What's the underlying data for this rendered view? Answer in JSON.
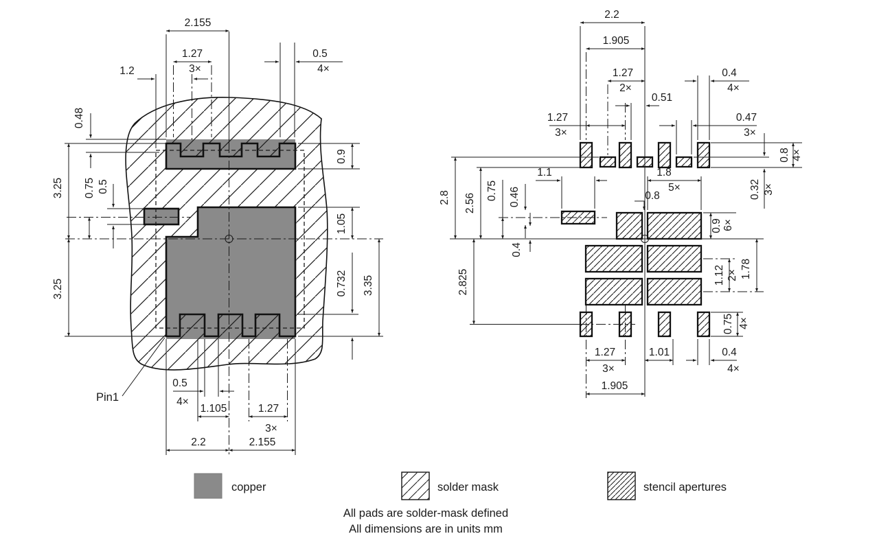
{
  "doc": {
    "type": "PCB land pattern drawing",
    "units_note": "All dimensions are in units mm",
    "mask_note": "All pads are solder-mask defined"
  },
  "left": {
    "pin1_label": "Pin1",
    "dims": {
      "top_width": "2.155",
      "top_pitch": "1.27",
      "top_pitch_count": "3×",
      "top_lead_width": "0.5",
      "top_lead_count": "4×",
      "top_offset": "1.2",
      "mask_top": "0.48",
      "upper_height": "3.25",
      "side_pad_offset": "0.75",
      "side_pad_height": "0.5",
      "lower_height": "3.25",
      "mask_opening_height": "0.9",
      "pad_top_offset": "1.05",
      "lead_length": "0.732",
      "pad_bottom_span": "3.35",
      "bottom_lead_width": "0.5",
      "bottom_lead_count": "4×",
      "bottom_inner": "1.105",
      "bottom_pitch": "1.27",
      "bottom_pitch_count": "3×",
      "bottom_left_half": "2.2",
      "bottom_right_half": "2.155"
    }
  },
  "right": {
    "dims": {
      "top_width": "2.2",
      "top_inner": "1.905",
      "pitch2": "1.27",
      "pitch2_count": "2×",
      "center_gap": "0.51",
      "ap4_width": "0.4",
      "ap4_count": "4×",
      "pitch3": "1.27",
      "pitch3_count": "3×",
      "ap3_width": "0.47",
      "ap3_count": "3×",
      "left_h1": "2.8",
      "left_h2": "2.56",
      "side_offset": "0.75",
      "side_height": "0.46",
      "side_width": "1.1",
      "side_gap": "0.4",
      "lower_span": "2.825",
      "big_width": "1.8",
      "big_count": "5×",
      "small_width": "0.8",
      "ap_height": "0.8",
      "ap_height_count": "4×",
      "small_height": "0.32",
      "small_height_count": "3×",
      "row_height": "0.9",
      "row_count": "6×",
      "row_pitch": "1.12",
      "row_pitch_count": "2×",
      "row_span": "1.78",
      "bottom_height": "0.75",
      "bottom_height_count": "4×",
      "bottom_pitch": "1.27",
      "bottom_pitch_count": "3×",
      "bottom_gap": "1.01",
      "bottom_width": "0.4",
      "bottom_width_count": "4×",
      "bottom_span": "1.905"
    }
  },
  "legend": {
    "copper": "copper",
    "solder_mask": "solder mask",
    "stencil": "stencil apertures"
  },
  "colors": {
    "copper": "#8a8a8a",
    "line": "#1a1a1a"
  }
}
